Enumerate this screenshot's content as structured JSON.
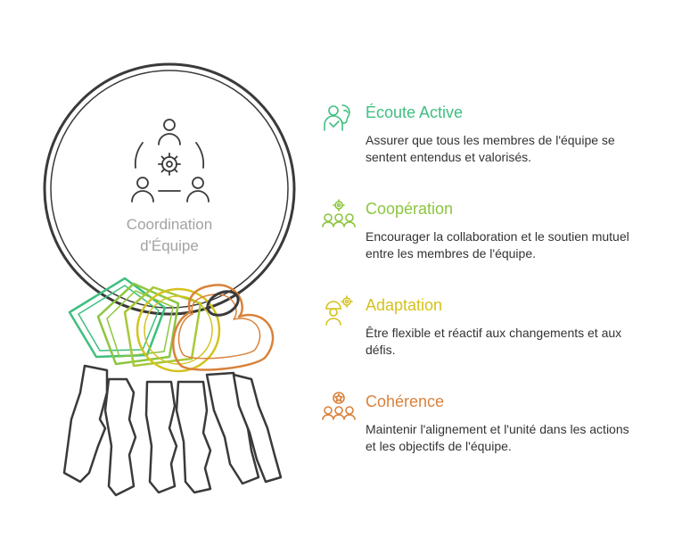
{
  "center": {
    "line1": "Coordination",
    "line2": "d'Équipe",
    "icon": "team-gear-icon"
  },
  "colors": {
    "green": "#3fbf7f",
    "lime": "#8cc63f",
    "yellow": "#d4c21d",
    "orange": "#d9823b",
    "outline": "#3a3a3a",
    "label": "#a3a3a3"
  },
  "items": [
    {
      "title": "Écoute Active",
      "description": "Assurer que tous les membres de l'équipe se sentent entendus et valorisés.",
      "icon": "listening-person-icon",
      "color": "#3fbf7f"
    },
    {
      "title": "Coopération",
      "description": "Encourager la collaboration et le soutien mutuel entre les membres de l'équipe.",
      "icon": "group-gear-icon",
      "color": "#8cc63f"
    },
    {
      "title": "Adaptation",
      "description": "Être flexible et réactif aux changements et aux défis.",
      "icon": "worker-gear-icon",
      "color": "#d4c21d"
    },
    {
      "title": "Cohérence",
      "description": "Maintenir l'alignement et l'unité dans les actions et les objectifs de l'équipe.",
      "icon": "team-star-icon",
      "color": "#d9823b"
    }
  ]
}
